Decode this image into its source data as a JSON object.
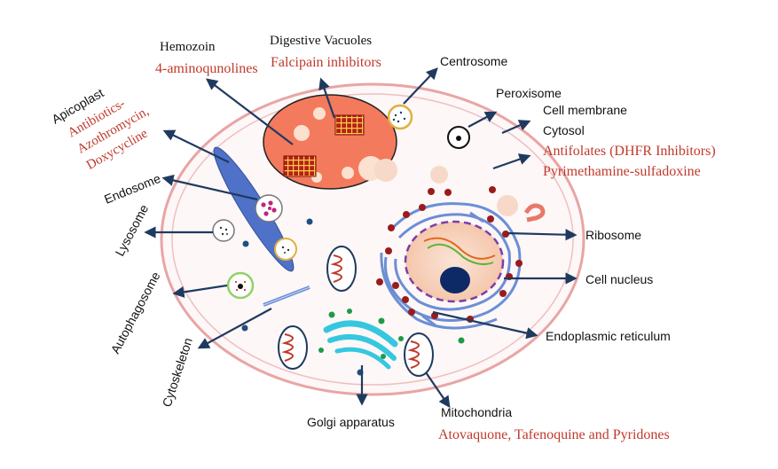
{
  "labels": {
    "hemozoin": "Hemozoin",
    "hemozoin_drug": "4-aminoqunolines",
    "digestive_vacuoles": "Digestive Vacuoles",
    "digestive_drug": "Falcipain inhibitors",
    "centrosome": "Centrosome",
    "peroxisome": "Peroxisome",
    "cell_membrane": "Cell membrane",
    "cytosol": "Cytosol",
    "cytosol_drug_1": "Antifolates (DHFR Inhibitors)",
    "cytosol_drug_2": "Pyrimethamine-sulfadoxine",
    "apicoplast": "Apicoplast",
    "apicoplast_drug_1": "Antibiotics-",
    "apicoplast_drug_2": "Azothromycin,",
    "apicoplast_drug_3": "Doxycycline",
    "endosome": "Endosome",
    "lysosome": "Lysosome",
    "autophagosome": "Autophagosome",
    "cytoskeleton": "Cytoskeleton",
    "ribosome": "Ribosome",
    "cell_nucleus": "Cell nucleus",
    "endoplasmic_reticulum": "Endoplasmic reticulum",
    "golgi_apparatus": "Golgi apparatus",
    "mitochondria": "Mitochondria",
    "mitochondria_drug": "Atovaquone, Tafenoquine and Pyridones"
  },
  "colors": {
    "drug_text": "#c0392b",
    "arrow": "#1f3a5f",
    "cell_outline": "#e8a5a5",
    "vacuole_fill": "#f47a5e",
    "er": "#6b8fd6",
    "nucleus_outline": "#7b3fa8",
    "apicoplast": "#4f72c8",
    "golgi": "#35c7e0",
    "ribosome": "#9b1b1b"
  }
}
